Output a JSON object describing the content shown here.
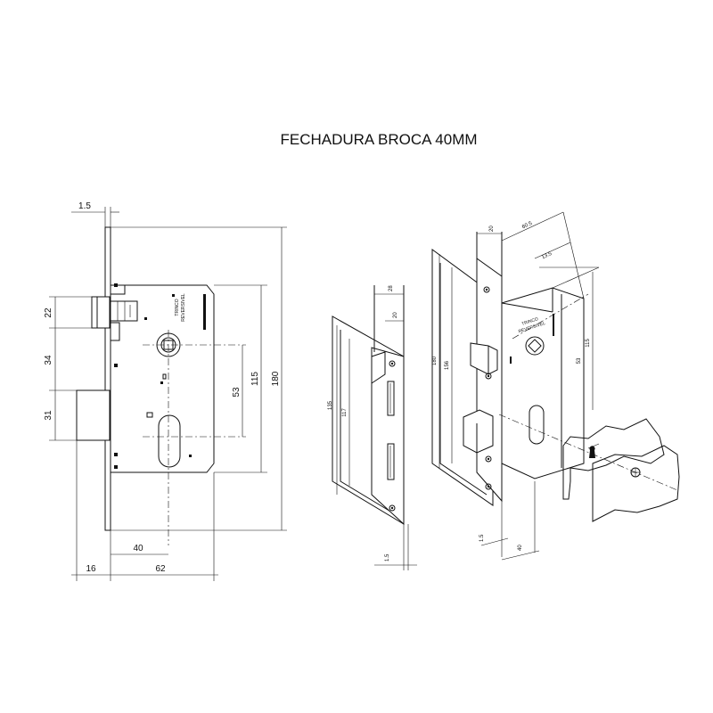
{
  "title": "FECHADURA BROCA 40MM",
  "front_view": {
    "dims": {
      "plate_thickness": "1.5",
      "latch_height": "22",
      "latch_to_bolt": "34",
      "bolt_height": "31",
      "spindle_to_cylinder": "53",
      "body_height": "115",
      "plate_height": "180",
      "backset": "40",
      "body_depth": "62",
      "bolt_throw": "16"
    },
    "engraving": [
      "TRINCO",
      "REVERSIVEL"
    ]
  },
  "strike_view": {
    "dims": {
      "outer_height": "135",
      "inner_height": "117",
      "width": "28",
      "inner_width": "20",
      "thickness": "1.5"
    }
  },
  "iso_view": {
    "dims": {
      "plate_width": "20",
      "depth": "60.5",
      "offset": "13.5",
      "height_180": "180",
      "height_156": "156",
      "body_height": "115",
      "center_distance": "53",
      "thickness": "1.5",
      "backset": "40"
    },
    "engraving": [
      "TRINCO",
      "REVERSIVEL"
    ]
  }
}
